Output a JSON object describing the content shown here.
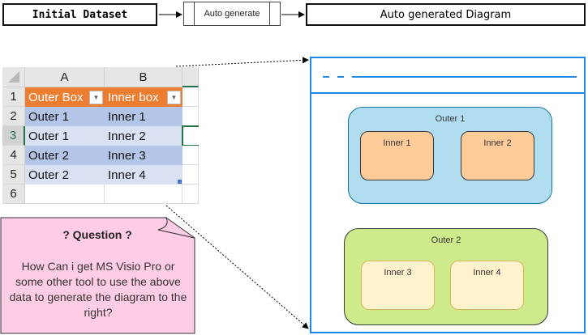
{
  "flow": {
    "step1_label": "Initial Dataset",
    "step2_label": "Auto generate",
    "step3_label": "Auto generated Diagram"
  },
  "spreadsheet": {
    "column_headers": [
      "A",
      "B"
    ],
    "row_numbers": [
      "1",
      "2",
      "3",
      "4",
      "5",
      "6"
    ],
    "table_headers": [
      "Outer Box",
      "Inner box"
    ],
    "rows": [
      [
        "Outer 1",
        "Inner 1"
      ],
      [
        "Outer 1",
        "Inner 2"
      ],
      [
        "Outer 2",
        "Inner 3"
      ],
      [
        "Outer 2",
        "Inner 4"
      ]
    ],
    "dropdown_glyph": "▼",
    "colors": {
      "header": "#ed7d31",
      "band_dark": "#b4c6e7",
      "band_light": "#d9e1f2"
    }
  },
  "question": {
    "title": "? Question ?",
    "body": "How Can i get MS Visio Pro or some other tool to use the above data to generate the diagram to the right?"
  },
  "diagram": {
    "outers": [
      {
        "label": "Outer 1",
        "fill": "#b1ddf0",
        "inners": [
          {
            "label": "Inner 1",
            "fill": "#ffcc99"
          },
          {
            "label": "Inner 2",
            "fill": "#ffcc99"
          }
        ]
      },
      {
        "label": "Outer 2",
        "fill": "#cdeb8b",
        "inners": [
          {
            "label": "Inner 3",
            "fill": "#fff2cc"
          },
          {
            "label": "Inner 4",
            "fill": "#fff2cc"
          }
        ]
      }
    ],
    "frame_color": "#1e88e5"
  }
}
